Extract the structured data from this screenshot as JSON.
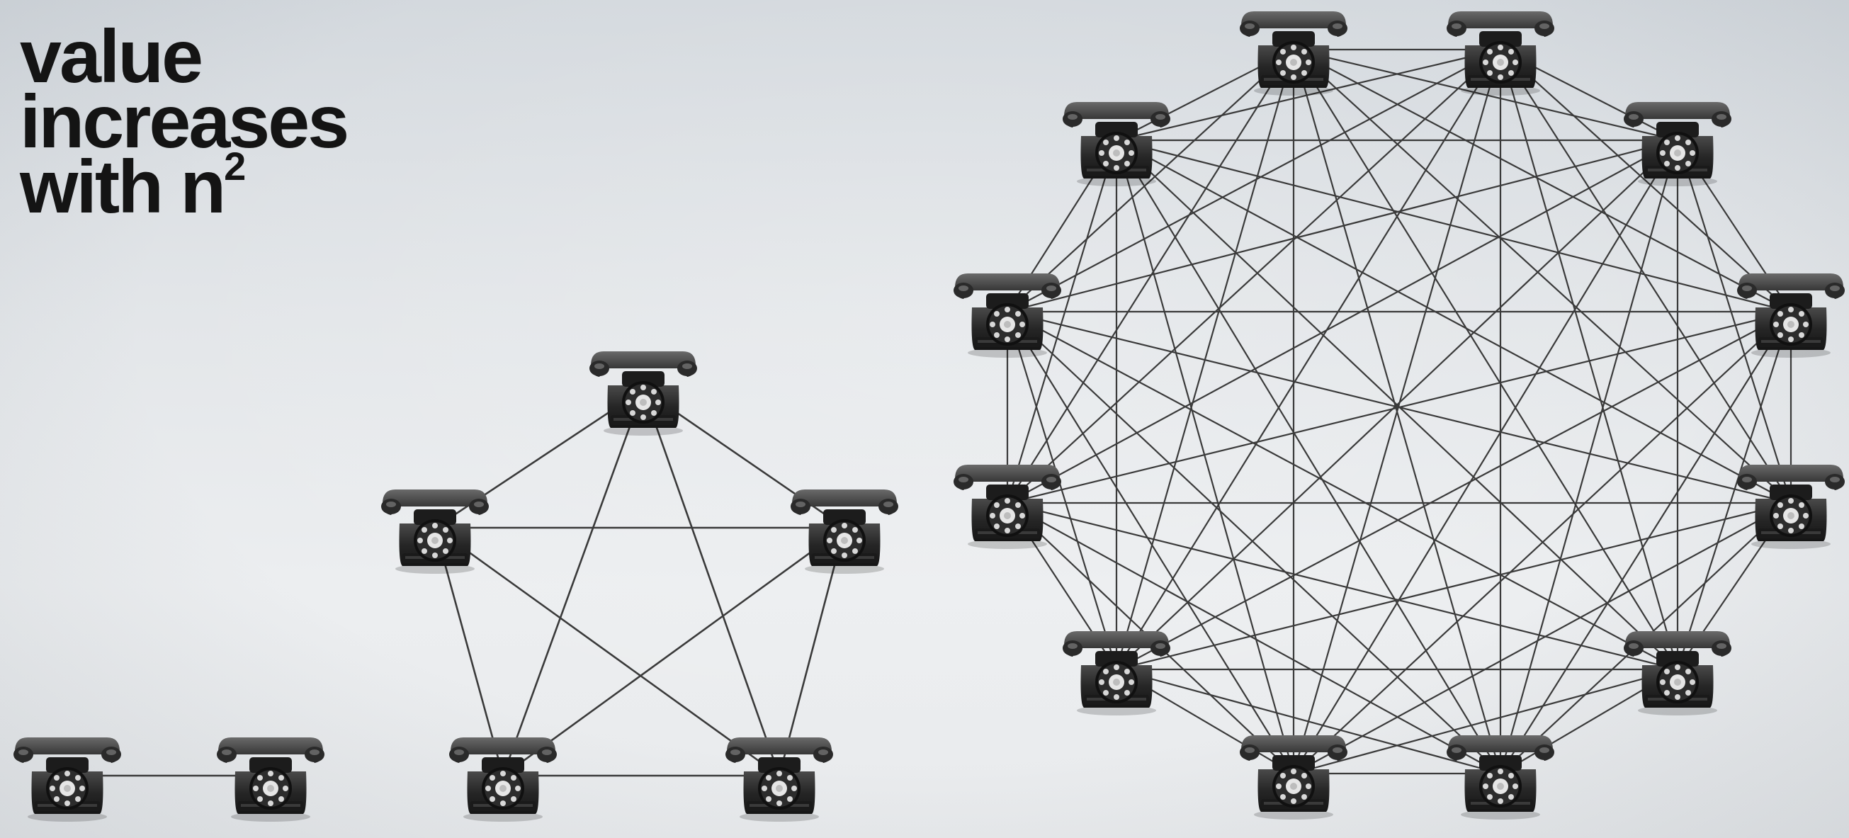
{
  "headline": {
    "line1": "value",
    "line2": "increases",
    "line3_text": "with n",
    "line3_exponent": "2"
  },
  "colors": {
    "background": "#e3e6e9",
    "text": "#141414",
    "phone_body": "#2a2a2a",
    "phone_dial": "#dcdcdc",
    "connection_line": "#3a3a3a"
  },
  "icons": {
    "phone": "rotary-telephone-icon"
  },
  "networks": [
    {
      "name": "network-2-phones",
      "phones": 2,
      "fully_connected": true
    },
    {
      "name": "network-5-phones",
      "phones": 5,
      "fully_connected": true
    },
    {
      "name": "network-12-phones",
      "phones": 12,
      "fully_connected": true
    }
  ]
}
